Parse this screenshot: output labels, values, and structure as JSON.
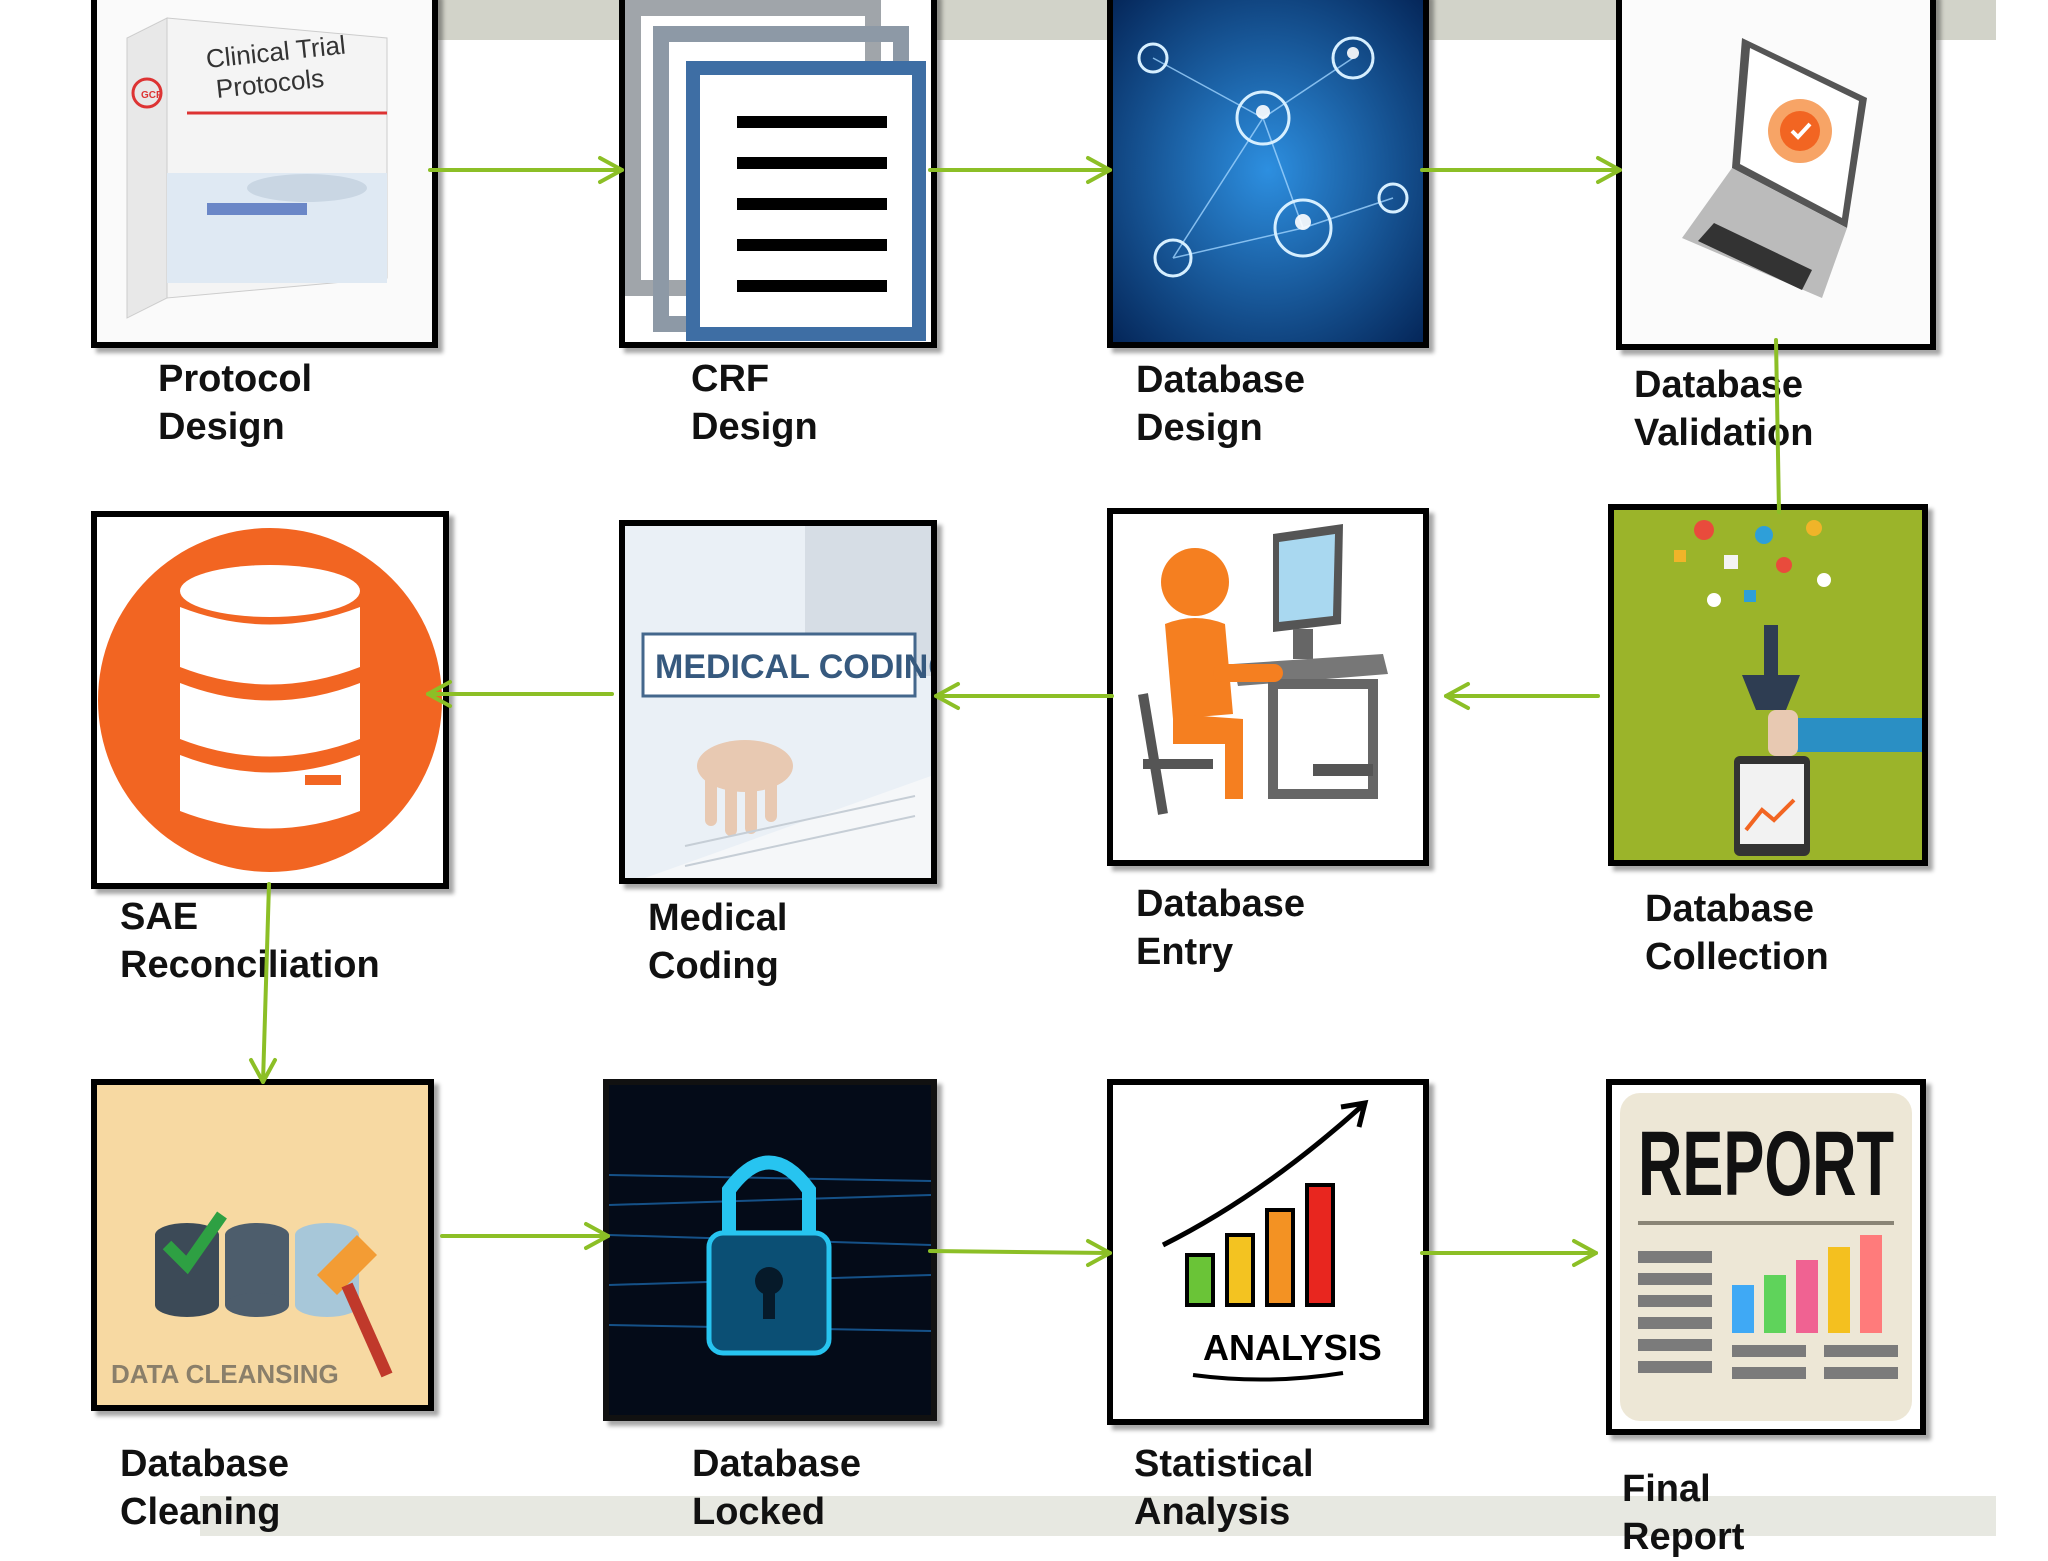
{
  "colors": {
    "arrow": "#8cbf26",
    "frame": "#000000",
    "label": "#111111",
    "sae_orange": "#f26522",
    "collection_green": "#9bb42a"
  },
  "steps": [
    {
      "id": "protocol-design",
      "label": "Protocol\nDesign",
      "image": "clinical-trial-protocols-box",
      "image_text": [
        "Clinical Trial",
        "Protocols",
        "GCP"
      ]
    },
    {
      "id": "crf-design",
      "label": "CRF\nDesign",
      "image": "stacked-documents-icon"
    },
    {
      "id": "database-design",
      "label": "Database\nDesign",
      "image": "network-nodes-image"
    },
    {
      "id": "database-validation",
      "label": "Database\nValidation",
      "image": "laptop-checkmark-image"
    },
    {
      "id": "database-collection",
      "label": "Database\nCollection",
      "image": "data-funnel-image"
    },
    {
      "id": "database-entry",
      "label": "Database\nEntry",
      "image": "person-at-computer-image"
    },
    {
      "id": "medical-coding",
      "label": "Medical\nCoding",
      "image": "medical-coding-typing-image",
      "image_text": [
        "MEDICAL  CODING"
      ]
    },
    {
      "id": "sae-reconciliation",
      "label": "SAE\nReconciliation",
      "image": "database-icon"
    },
    {
      "id": "database-cleaning",
      "label": "Database\nCleaning",
      "image": "data-cleansing-image",
      "image_text": [
        "DATA CLEANSING"
      ]
    },
    {
      "id": "database-locked",
      "label": "Database\nLocked",
      "image": "padlock-circuit-image"
    },
    {
      "id": "statistical-analysis",
      "label": "Statistical\nAnalysis",
      "image": "analysis-bar-chart-image",
      "image_text": [
        "ANALYSIS"
      ]
    },
    {
      "id": "final-report",
      "label": "Final Report",
      "image": "report-document-image",
      "image_text": [
        "REPORT"
      ]
    }
  ]
}
